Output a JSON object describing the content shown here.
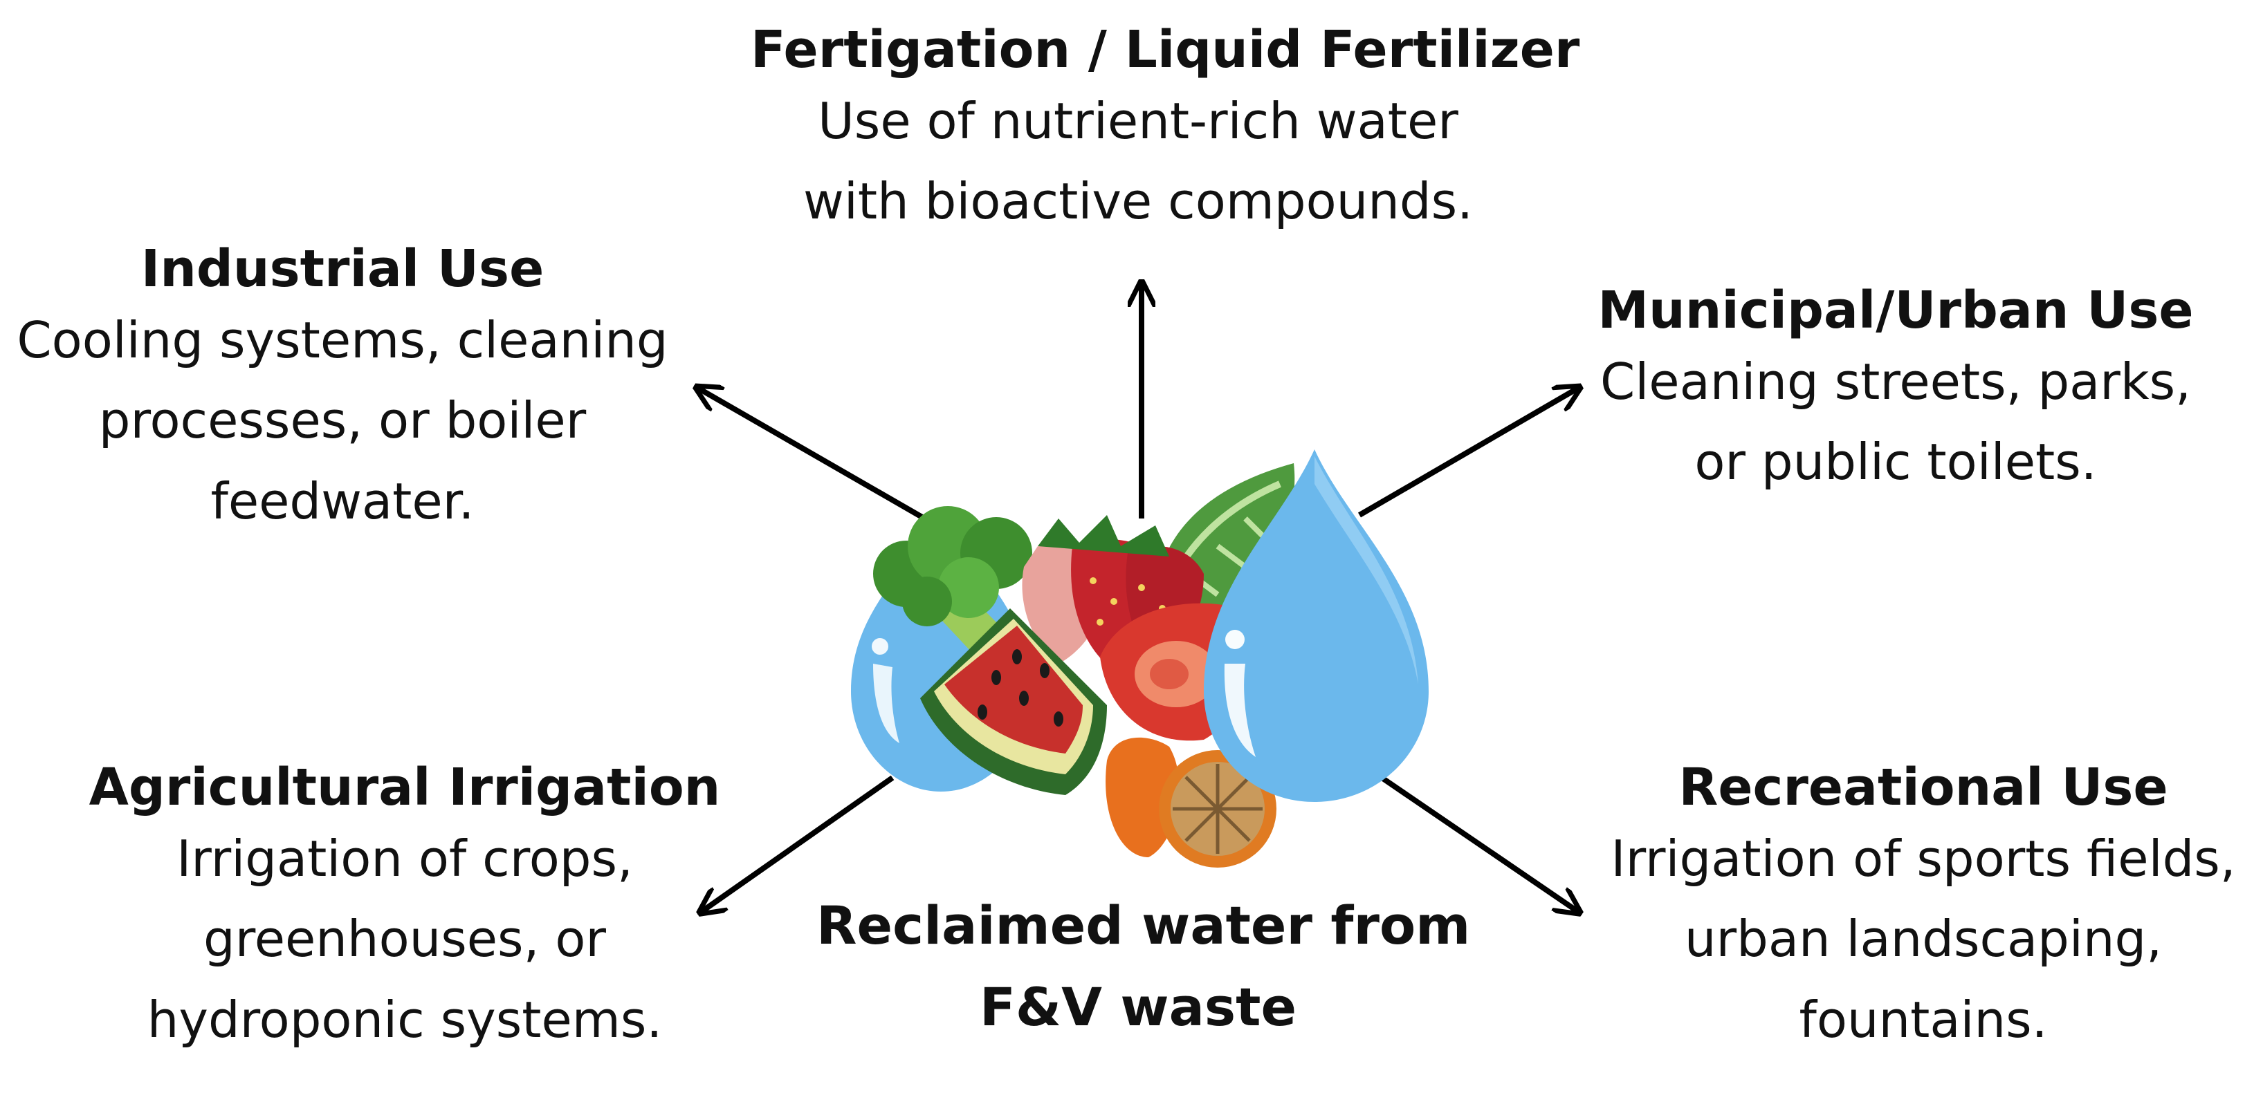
{
  "top": {
    "title": "Fertigation / Liquid Fertilizer",
    "lines": [
      "Use of nutrient-rich water",
      "with bioactive compounds."
    ]
  },
  "industrial": {
    "title": "Industrial Use",
    "lines": [
      "Cooling systems, cleaning",
      "processes, or boiler",
      "feedwater."
    ]
  },
  "municipal": {
    "title": "Municipal/Urban Use",
    "lines": [
      "Cleaning streets, parks,",
      "or public toilets."
    ]
  },
  "agricultural": {
    "title": "Agricultural Irrigation",
    "lines": [
      "Irrigation of crops,",
      "greenhouses, or",
      "hydroponic systems."
    ]
  },
  "recreational": {
    "title": "Recreational Use",
    "lines": [
      "Irrigation of sports fields,",
      "urban landscaping,",
      "fountains."
    ]
  },
  "center": {
    "lines": [
      "Reclaimed water from",
      "F&V waste"
    ]
  },
  "icons": [
    "water-drop-icon",
    "broccoli-icon",
    "strawberry-icon",
    "watermelon-icon",
    "tomato-icon",
    "lettuce-icon",
    "orange-icon"
  ],
  "colors": {
    "water": "#6BB8EC",
    "water_highlight": "#A9D8F8",
    "arrow": "#000000",
    "text": "#111111"
  }
}
